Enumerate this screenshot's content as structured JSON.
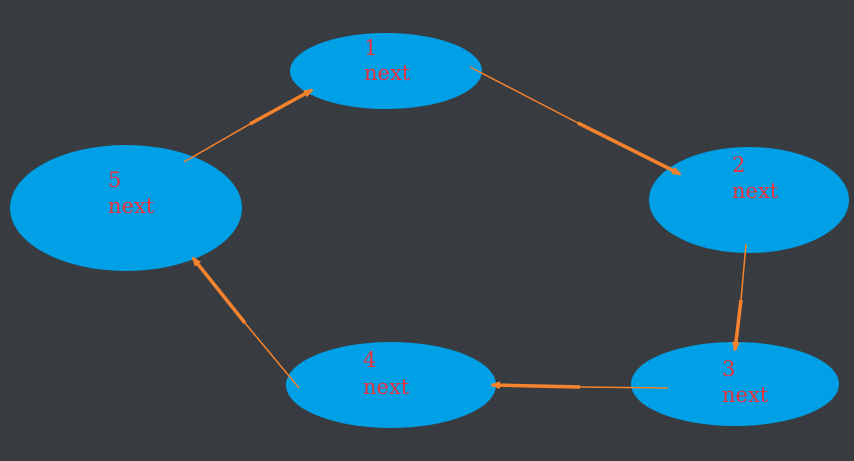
{
  "colors": {
    "background": "#383c40",
    "node_fill": "#00a0e6",
    "arrow": "#f5822d",
    "label_text": "#e8323c"
  },
  "nodes": [
    {
      "id": "1",
      "number": "1",
      "field": "next"
    },
    {
      "id": "2",
      "number": "2",
      "field": "next"
    },
    {
      "id": "3",
      "number": "3",
      "field": "next"
    },
    {
      "id": "4",
      "number": "4",
      "field": "next"
    },
    {
      "id": "5",
      "number": "5",
      "field": "next"
    }
  ],
  "edges": [
    {
      "from": "1",
      "to": "2"
    },
    {
      "from": "2",
      "to": "3"
    },
    {
      "from": "3",
      "to": "4"
    },
    {
      "from": "4",
      "to": "5"
    },
    {
      "from": "5",
      "to": "1"
    }
  ]
}
